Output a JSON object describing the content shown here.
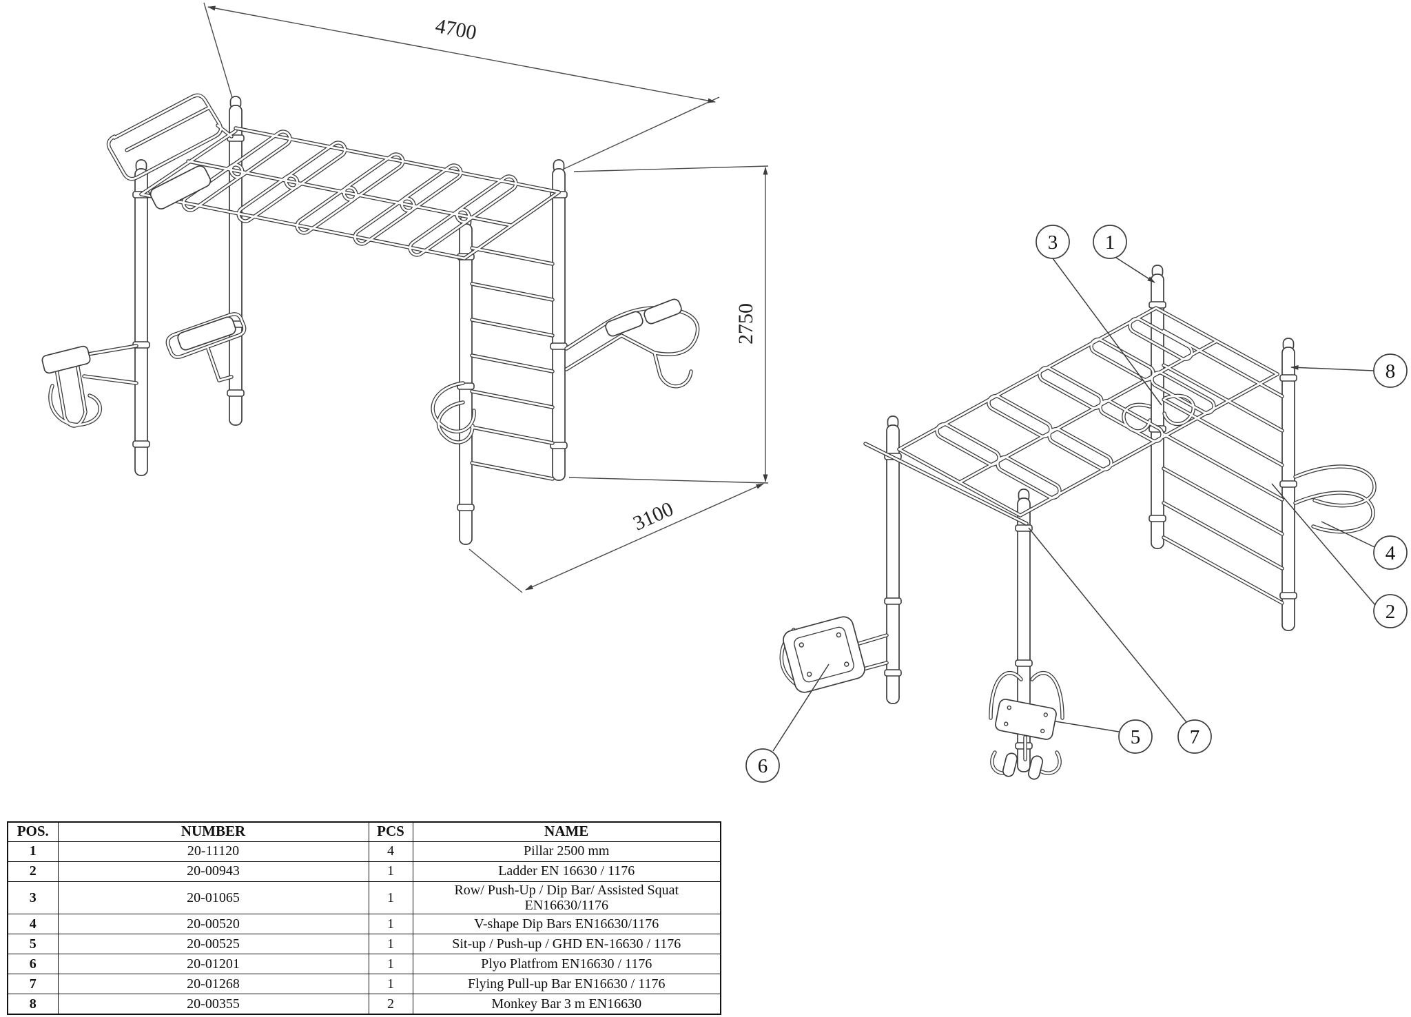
{
  "dims": {
    "w": "4700",
    "h": "2750",
    "d": "3100"
  },
  "callouts": {
    "c1": "1",
    "c2": "2",
    "c3": "3",
    "c4": "4",
    "c5": "5",
    "c6": "6",
    "c7": "7",
    "c8": "8"
  },
  "table": {
    "headers": {
      "pos": "POS.",
      "number": "NUMBER",
      "pcs": "PCS",
      "name": "NAME"
    },
    "rows": [
      {
        "pos": "1",
        "number": "20-11120",
        "pcs": "4",
        "name": "Pillar 2500 mm"
      },
      {
        "pos": "2",
        "number": "20-00943",
        "pcs": "1",
        "name": "Ladder EN 16630 / 1176"
      },
      {
        "pos": "3",
        "number": "20-01065",
        "pcs": "1",
        "name": "Row/ Push-Up / Dip Bar/ Assisted Squat EN16630/1176"
      },
      {
        "pos": "4",
        "number": "20-00520",
        "pcs": "1",
        "name": "V-shape Dip Bars EN16630/1176"
      },
      {
        "pos": "5",
        "number": "20-00525",
        "pcs": "1",
        "name": "Sit-up / Push-up / GHD EN-16630 / 1176"
      },
      {
        "pos": "6",
        "number": "20-01201",
        "pcs": "1",
        "name": "Plyo Platfrom  EN16630 / 1176"
      },
      {
        "pos": "7",
        "number": "20-01268",
        "pcs": "1",
        "name": "Flying Pull-up Bar EN16630 / 1176"
      },
      {
        "pos": "8",
        "number": "20-00355",
        "pcs": "2",
        "name": "Monkey Bar 3 m EN16630"
      }
    ]
  }
}
